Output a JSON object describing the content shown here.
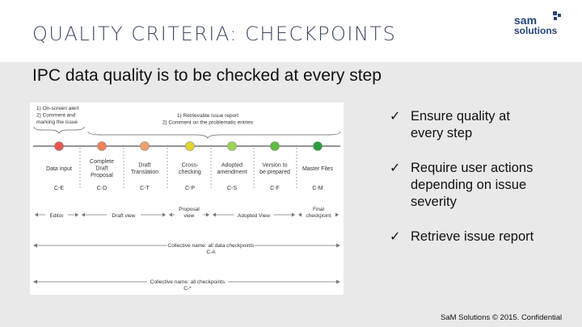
{
  "title": "QUALITY CRITERIA: CHECKPOINTS",
  "logo": {
    "line1": "sam",
    "line2": "solutions"
  },
  "subtitle": "IPC data quality is to be checked at every step",
  "diagram": {
    "top_left_note": [
      "1) On-screen alert",
      "2) Comment and",
      "marking the issue"
    ],
    "top_right_note": [
      "1) Retrievable issue report",
      "2) Comment on the problematic entries"
    ],
    "steps": [
      {
        "label": [
          "Data input"
        ],
        "code": "C-E",
        "color": "#e8564e"
      },
      {
        "label": [
          "Complete",
          "Draft",
          "Proposal"
        ],
        "code": "C-D",
        "color": "#f07f5a"
      },
      {
        "label": [
          "Draft",
          "Translation"
        ],
        "code": "C-T",
        "color": "#f3a06a"
      },
      {
        "label": [
          "Cross-",
          "checking"
        ],
        "code": "C-P",
        "color": "#e3d52c"
      },
      {
        "label": [
          "Adopted",
          "amendment"
        ],
        "code": "C-S",
        "color": "#9cd34f"
      },
      {
        "label": [
          "Version to",
          "be prepared"
        ],
        "code": "C-F",
        "color": "#5dbf3e"
      },
      {
        "label": [
          "Master Files"
        ],
        "code": "C-M",
        "color": "#25a03b"
      }
    ],
    "views": [
      "Editor",
      "Draft view",
      "Proposal view",
      "Adopted View",
      "Final checkpoint"
    ],
    "collective_data": [
      "Collective name: all data checkpoints",
      "C-A"
    ],
    "collective_all": [
      "Collective name: all checkpoints",
      "C-*"
    ]
  },
  "bullets": [
    [
      "Ensure quality at",
      "every step"
    ],
    [
      "Require user actions",
      "depending on issue",
      "severity"
    ],
    [
      "Retrieve issue report"
    ]
  ],
  "check_glyph": "✓",
  "footer": "SaM Solutions © 2015. Confidential"
}
